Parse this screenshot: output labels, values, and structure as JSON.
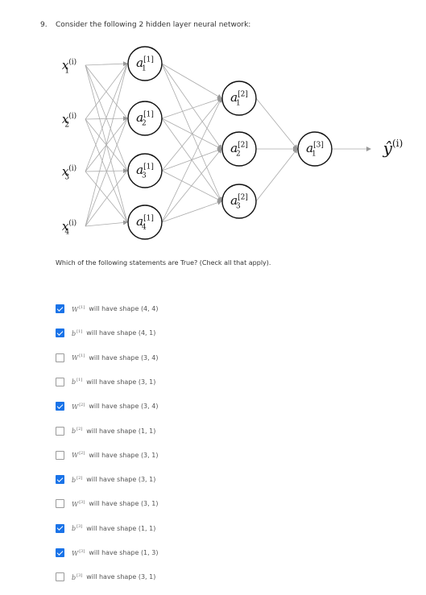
{
  "question": {
    "number": "9.",
    "text": "Consider the following 2 hidden layer neural network:",
    "instructions": "Which of the following statements are True? (Check all that apply)."
  },
  "network": {
    "inputs": [
      {
        "base": "x",
        "sub": "1",
        "sup": "(i)"
      },
      {
        "base": "x",
        "sub": "2",
        "sup": "(i)"
      },
      {
        "base": "x",
        "sub": "3",
        "sup": "(i)"
      },
      {
        "base": "x",
        "sub": "4",
        "sup": "(i)"
      }
    ],
    "layer1": [
      {
        "base": "a",
        "sub": "1",
        "sup": "[1]"
      },
      {
        "base": "a",
        "sub": "2",
        "sup": "[1]"
      },
      {
        "base": "a",
        "sub": "3",
        "sup": "[1]"
      },
      {
        "base": "a",
        "sub": "4",
        "sup": "[1]"
      }
    ],
    "layer2": [
      {
        "base": "a",
        "sub": "1",
        "sup": "[2]"
      },
      {
        "base": "a",
        "sub": "2",
        "sup": "[2]"
      },
      {
        "base": "a",
        "sub": "3",
        "sup": "[2]"
      }
    ],
    "layer3": [
      {
        "base": "a",
        "sub": "1",
        "sup": "[3]"
      }
    ],
    "output": {
      "base": "ŷ",
      "sup": "(i)"
    }
  },
  "options": [
    {
      "sym": "W",
      "sup": "[1]",
      "text": "will have shape (4, 4)",
      "checked": true
    },
    {
      "sym": "b",
      "sup": "[1]",
      "text": "will have shape (4, 1)",
      "checked": true
    },
    {
      "sym": "W",
      "sup": "[1]",
      "text": "will have shape (3, 4)",
      "checked": false
    },
    {
      "sym": "b",
      "sup": "[1]",
      "text": "will have shape (3, 1)",
      "checked": false
    },
    {
      "sym": "W",
      "sup": "[2]",
      "text": "will have shape (3, 4)",
      "checked": true
    },
    {
      "sym": "b",
      "sup": "[2]",
      "text": "will have shape (1, 1)",
      "checked": false
    },
    {
      "sym": "W",
      "sup": "[2]",
      "text": "will have shape (3, 1)",
      "checked": false
    },
    {
      "sym": "b",
      "sup": "[2]",
      "text": "will have shape (3, 1)",
      "checked": true
    },
    {
      "sym": "W",
      "sup": "[3]",
      "text": "will have shape (3, 1)",
      "checked": false
    },
    {
      "sym": "b",
      "sup": "[3]",
      "text": "will have shape (1, 1)",
      "checked": true
    },
    {
      "sym": "W",
      "sup": "[3]",
      "text": "will have shape (1, 3)",
      "checked": true
    },
    {
      "sym": "b",
      "sup": "[3]",
      "text": "will have shape (3, 1)",
      "checked": false
    }
  ]
}
